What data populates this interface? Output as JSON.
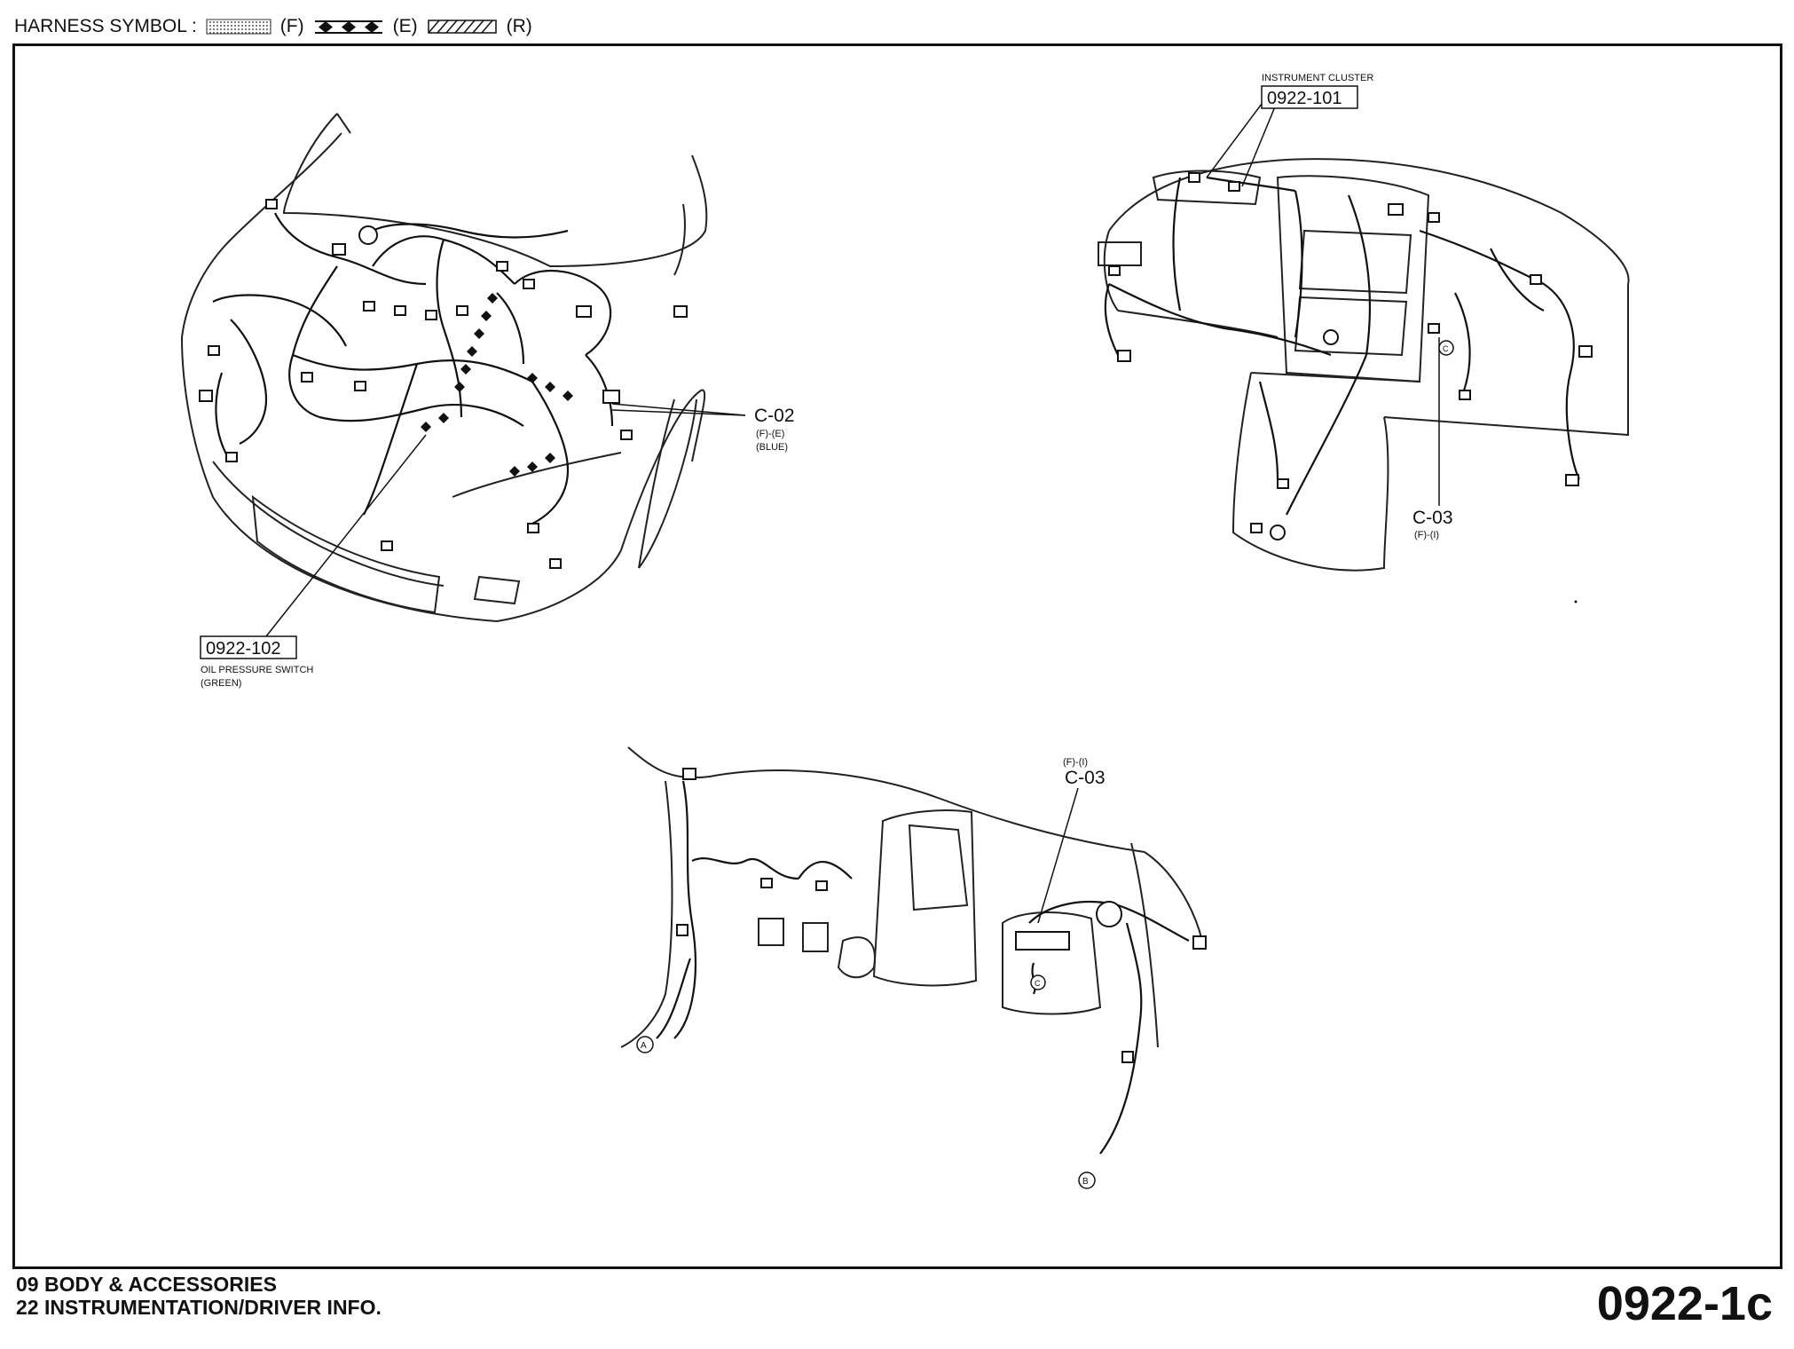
{
  "legend": {
    "prefix": "HARNESS SYMBOL :",
    "items": [
      {
        "code": "(F)",
        "pattern": "dotted-fill"
      },
      {
        "code": "(E)",
        "pattern": "diamonds"
      },
      {
        "code": "(R)",
        "pattern": "hatch"
      }
    ]
  },
  "engine_view": {
    "connector": {
      "code": "C-02",
      "spec": "(F)-(E)",
      "color": "(BLUE)"
    },
    "part": {
      "number": "0922-102",
      "name": "OIL PRESSURE SWITCH",
      "color": "(GREEN)"
    }
  },
  "dash_view": {
    "part": {
      "title": "INSTRUMENT CLUSTER",
      "number": "0922-101"
    },
    "connector": {
      "code": "C-03",
      "spec": "(F)-(I)",
      "marker": "C"
    }
  },
  "interior_view": {
    "connector": {
      "code": "C-03",
      "spec": "(F)-(I)",
      "marker": "C"
    },
    "markers": {
      "a": "A",
      "b": "B"
    }
  },
  "footer": {
    "line1": "09  BODY & ACCESSORIES",
    "line2": "22  INSTRUMENTATION/DRIVER INFO.",
    "page_code": "0922-1c"
  }
}
